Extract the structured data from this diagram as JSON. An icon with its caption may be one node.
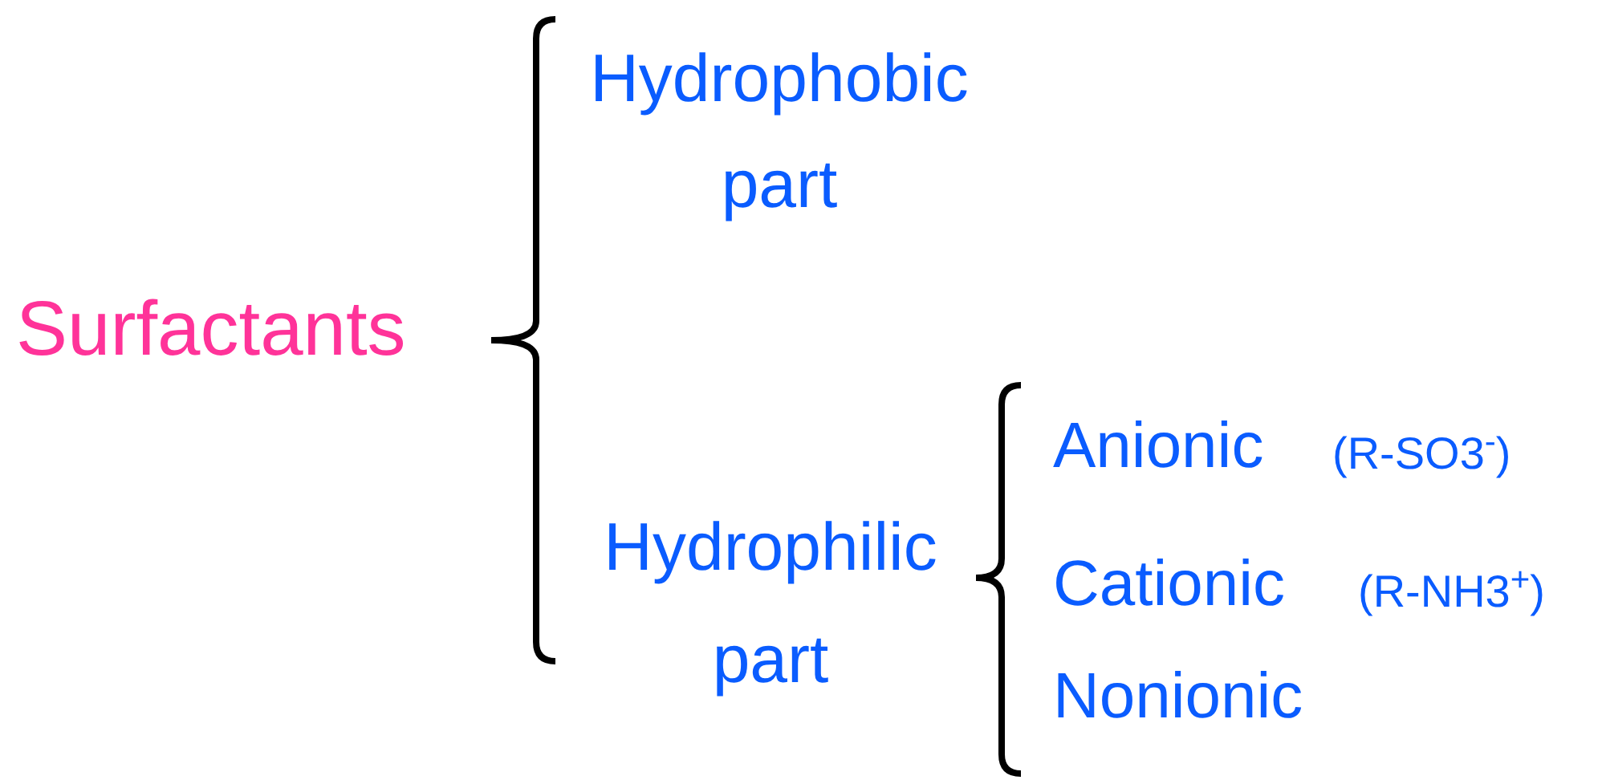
{
  "diagram": {
    "labels": [
      "Hydrophobic part",
      "Surfactants",
      "Anionic",
      "(R-SO3$^{-}$)",
      "Hydrophilic part",
      "Cationic",
      "(R-NH3$^{+}$)",
      "Nonionic"
    ]
  }
}
